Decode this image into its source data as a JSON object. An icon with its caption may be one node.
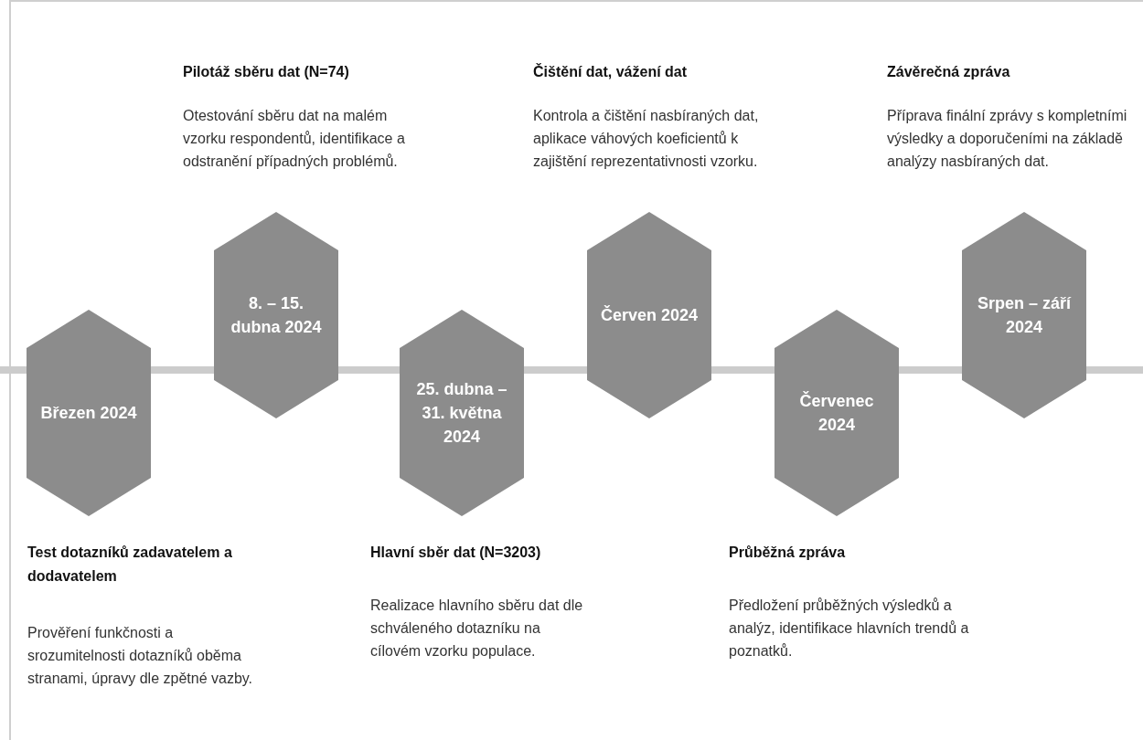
{
  "diagram": {
    "nodes": [
      {
        "text": [
          "Březen 2024"
        ],
        "beside": [
          "Test dotazníků zadavatelem a dodavatelem",
          "Prověření funkčnosti a srozumitelnosti dotazníků oběma stranami, úpravy dle zpětné vazby."
        ]
      },
      {
        "text": [
          "8. – 15. dubna 2024"
        ],
        "beside": [
          "Pilotáž sběru dat (N=74)",
          "Otestování sběru dat na malém vzorku respondentů, identifikace a odstranění případných problémů."
        ]
      },
      {
        "text": [
          "25. dubna – 31. května 2024"
        ],
        "beside": [
          "Hlavní sběr dat (N=3203)",
          "Realizace hlavního sběru dat dle schváleného dotazníku na cílovém vzorku populace."
        ]
      },
      {
        "text": [
          "Červen 2024"
        ],
        "beside": [
          "Čištění dat, vážení dat",
          "Kontrola a čištění nasbíraných dat, aplikace váhových koeficientů k zajištění reprezentativnosti vzorku."
        ]
      },
      {
        "text": [
          "Červenec 2024"
        ],
        "beside": [
          "Průběžná zpráva",
          "Předložení průběžných výsledků a analýz, identifikace hlavních trendů a poznatků."
        ]
      },
      {
        "text": [
          "Srpen – září 2024"
        ],
        "beside": [
          "Závěrečná zpráva",
          "Příprava finální zprávy s kompletními výsledky a doporučeními na základě analýzy nasbíraných dat."
        ]
      }
    ],
    "edges": []
  }
}
